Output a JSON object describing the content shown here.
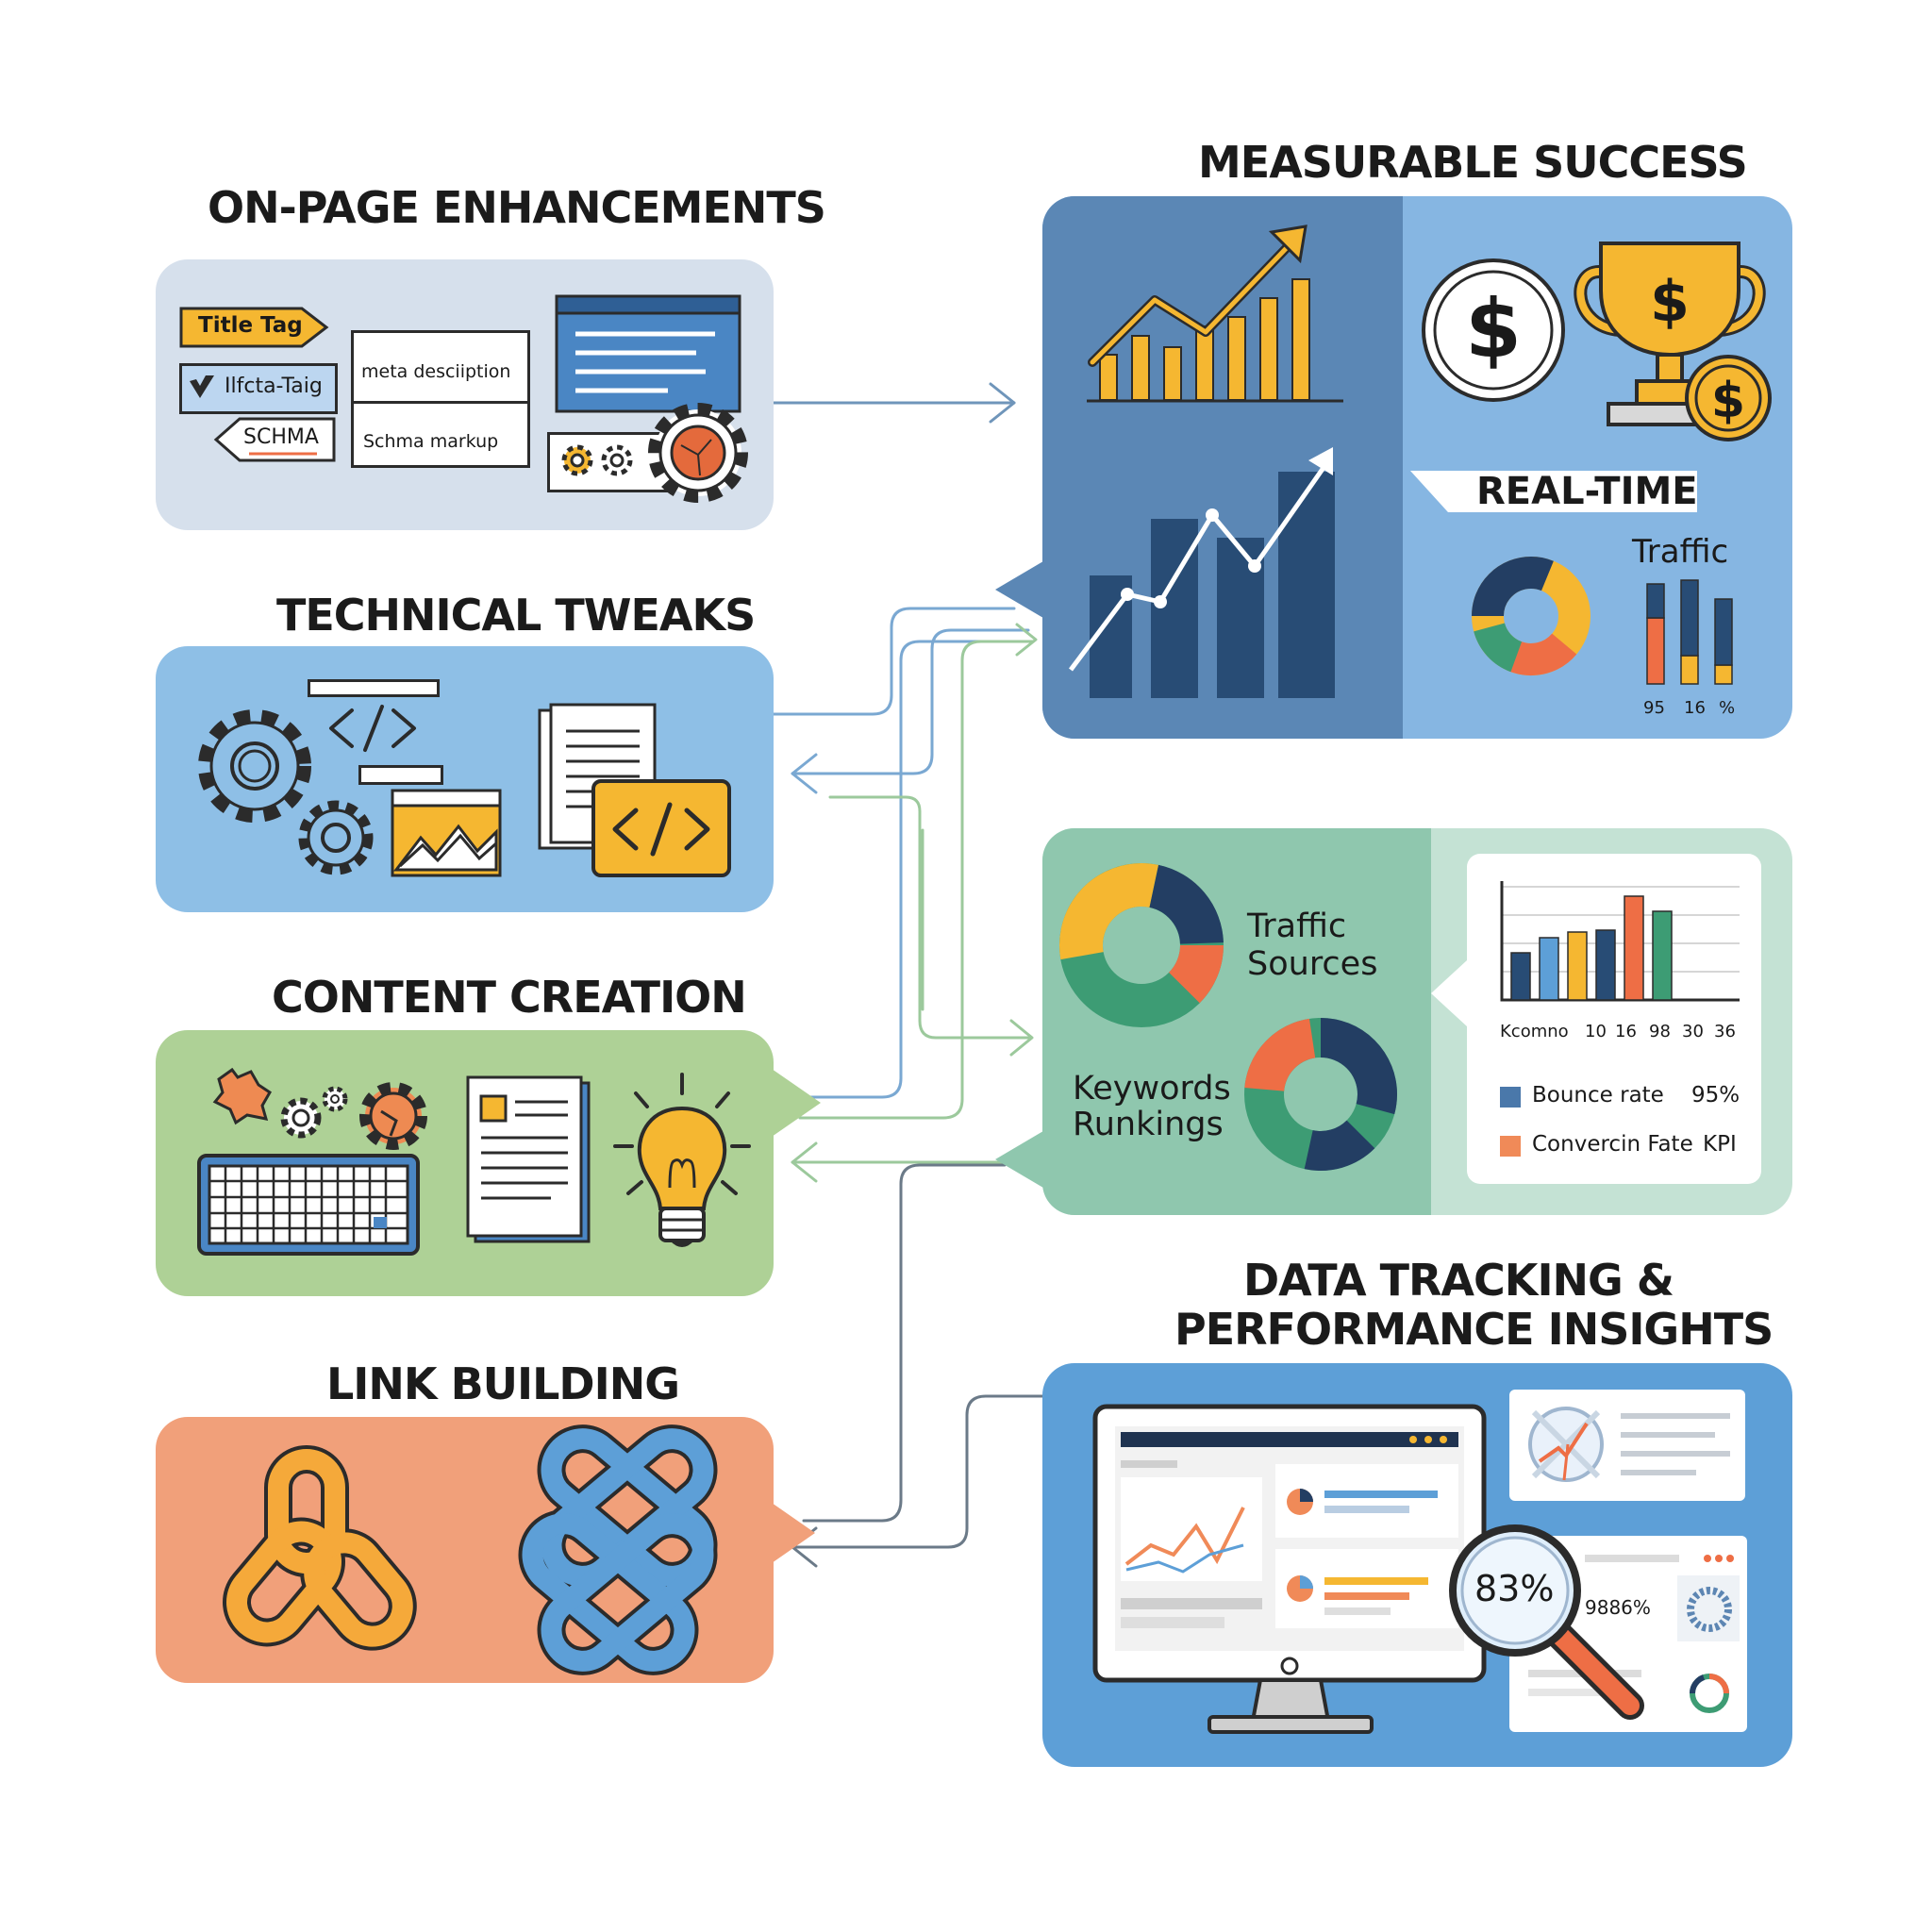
{
  "sections": {
    "onpage": {
      "heading": "ON-PAGE ENHANCEMENTS",
      "tag_title": "Title Tag",
      "tag_meta": "Ilfcta-Taig",
      "tag_schema": "SCHMA",
      "card_meta": "meta desciiption",
      "card_schema": "Schma markup"
    },
    "technical": {
      "heading": "TECHNICAL TWEAKS"
    },
    "content": {
      "heading": "CONTENT CREATION"
    },
    "links": {
      "heading": "LINK BUILDING"
    },
    "success": {
      "heading": "MEASURABLE SUCCESS",
      "realtime": "REAL-TIME",
      "traffic": "Traffic",
      "bar_labels": [
        "95",
        "16",
        "%"
      ]
    },
    "insights": {
      "traffic_sources": "Traffic Sources",
      "keywords_rankings": "Keywords Runkings",
      "axis_labels": [
        "Kcomno",
        "10",
        "16",
        "98",
        "30",
        "36"
      ],
      "legend_bounce": "Bounce rate",
      "legend_bounce_value": "95%",
      "legend_conversion": "Convercin Fate",
      "legend_conversion_value": "KPI"
    },
    "tracking": {
      "heading_line1": "DATA TRACKING &",
      "heading_line2": "PERFORMANCE INSIGHTS",
      "magnifier_value": "83%",
      "stat_value": "9886%"
    }
  },
  "colors": {
    "onpage_bg": "#d6e0ec",
    "technical_bg": "#8ebfe6",
    "content_bg": "#aed196",
    "links_bg": "#f1a07a",
    "success_dark": "#5b87b5",
    "success_light": "#86b6e2",
    "insights_green": "#8fc7ae",
    "insights_light": "#c4e2d4",
    "tracking_bg": "#5d9fd7",
    "accent_yellow": "#f5b731",
    "accent_orange": "#ee6e45",
    "accent_navy": "#233e63",
    "accent_green": "#3d9c74"
  },
  "icons": [
    "gear-icon",
    "code-icon",
    "document-icon",
    "image-icon",
    "keyboard-icon",
    "lightbulb-icon",
    "chain-link-icon",
    "dollar-coin-icon",
    "trophy-icon",
    "monitor-icon",
    "magnifier-icon",
    "donut-chart-icon",
    "bar-chart-icon",
    "line-chart-icon"
  ]
}
